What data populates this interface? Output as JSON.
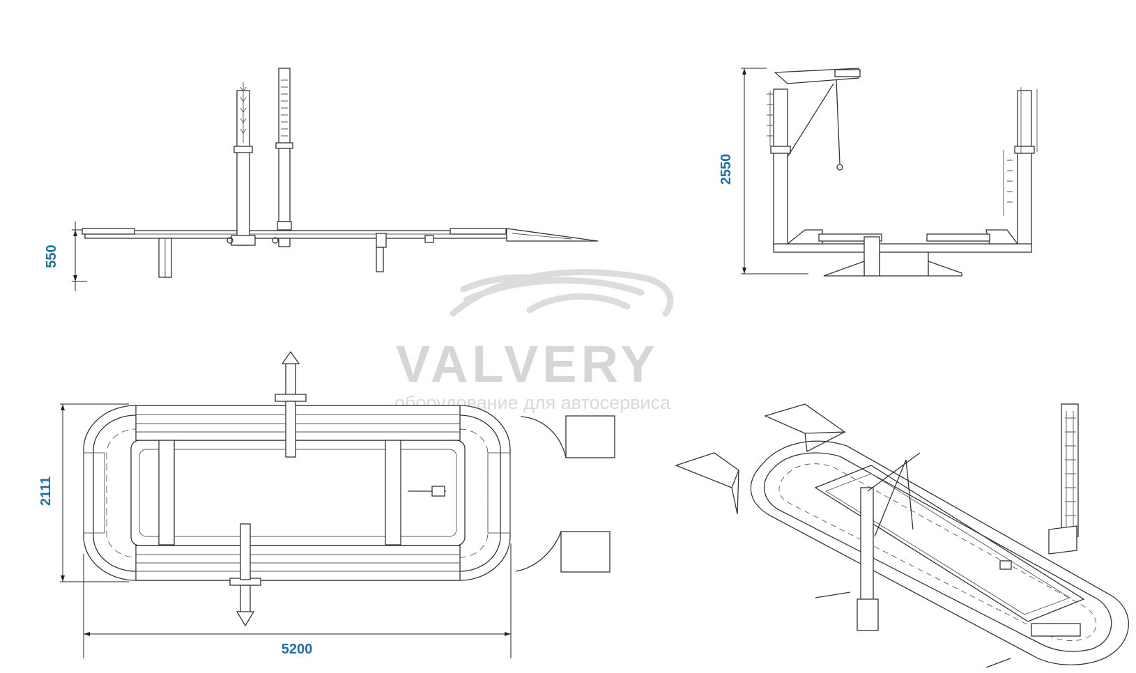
{
  "watermark": {
    "brand": "VALVERY",
    "tagline": "оборудование для автосервиса",
    "color": "#d6d6d6"
  },
  "dimensions": {
    "side_height": "550",
    "front_height": "2550",
    "top_width": "2111",
    "top_length": "5200",
    "label_color": "#1d6fa5"
  },
  "views": [
    "side-view",
    "front-view",
    "top-view",
    "isometric-view"
  ]
}
